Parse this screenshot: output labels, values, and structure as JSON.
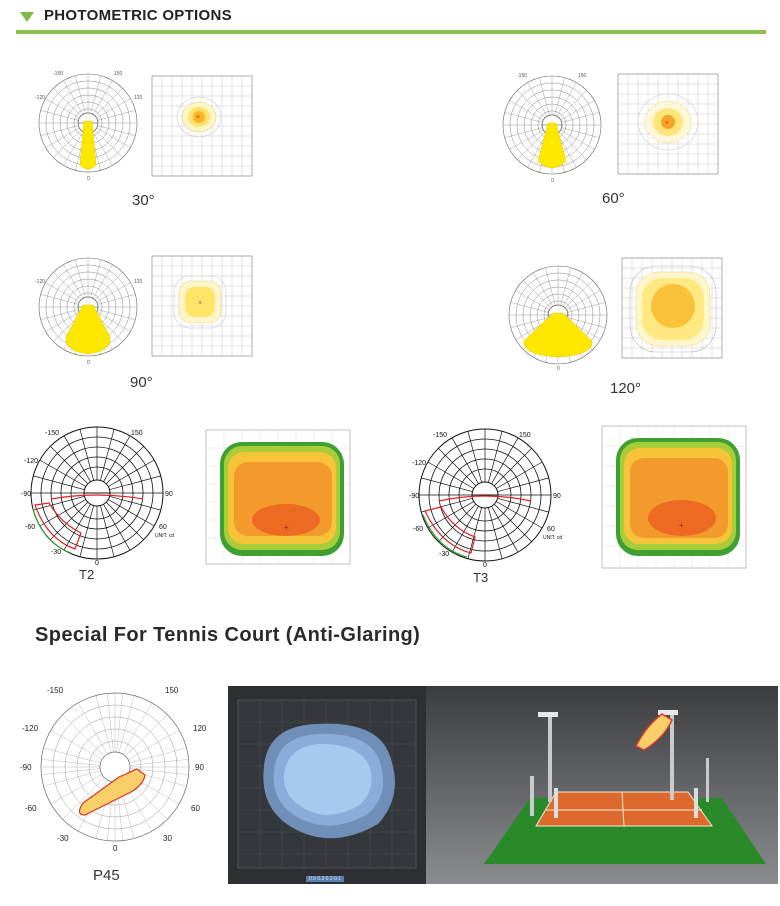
{
  "header": {
    "title": "PHOTOMETRIC OPTIONS"
  },
  "options": [
    {
      "label": "30°"
    },
    {
      "label": "60°"
    },
    {
      "label": "90°"
    },
    {
      "label": "120°"
    },
    {
      "label": "T2",
      "unit": "UNIT: cd"
    },
    {
      "label": "T3",
      "unit": "UNIT: cd"
    }
  ],
  "polar_ticks": {
    "t150": "-150",
    "t150r": "150",
    "t120": "-120",
    "t120r": "120",
    "t90": "-90",
    "t90r": "90",
    "t60": "-60",
    "t60r": "60",
    "t30": "-30",
    "t30r": "30",
    "t0": "0"
  },
  "tennis": {
    "title": "Special For Tennis Court (Anti-Glaring)",
    "label": "P45",
    "panel_footer": "0.5  0.3  0.2  0.1"
  },
  "colors": {
    "accent": "#8bc34a",
    "beam": "#ffe800",
    "hot": "#e84a1c",
    "green": "#3a9e2e",
    "orange": "#f29a2e"
  }
}
